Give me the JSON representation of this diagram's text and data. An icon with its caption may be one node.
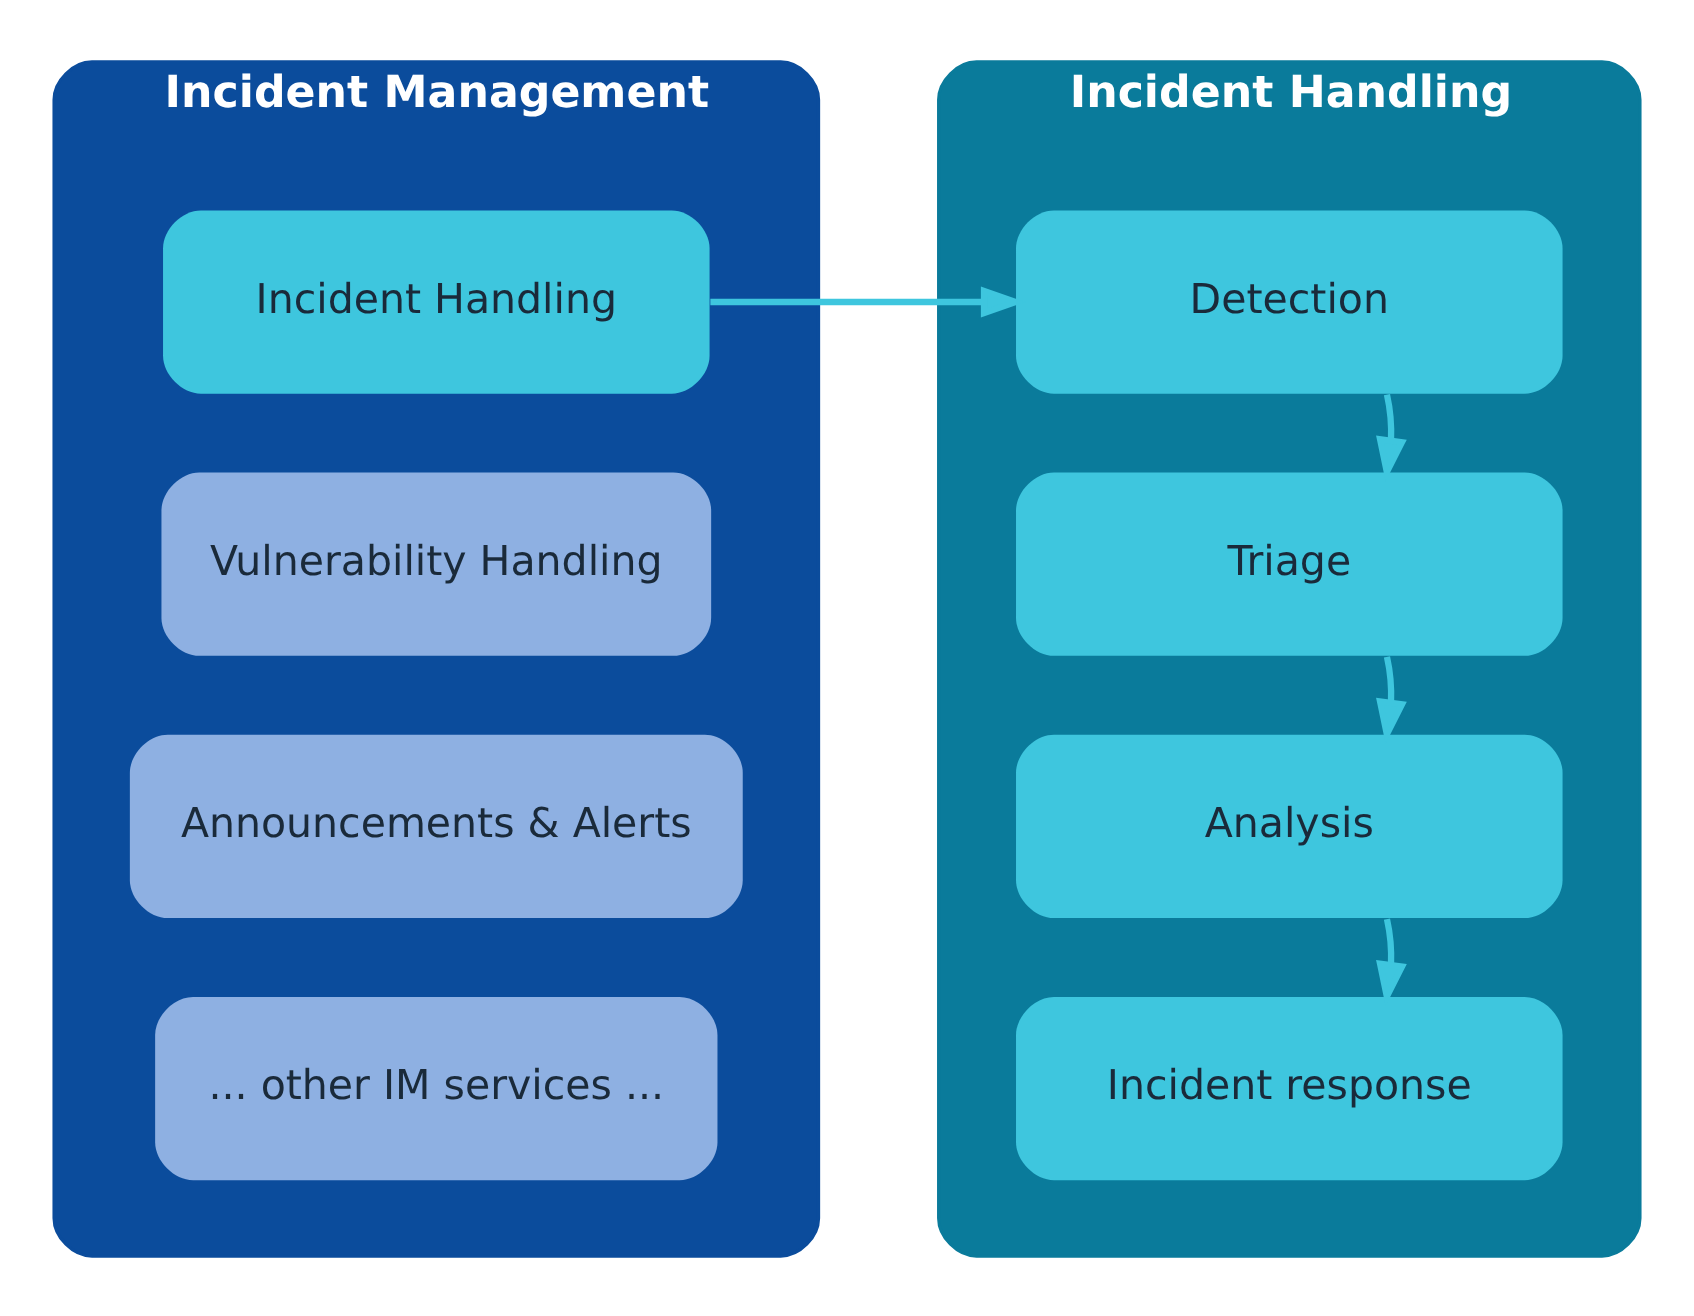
{
  "diagram": {
    "nodes": [
      {
        "text": [
          "Incident Management"
        ]
      },
      {
        "text": [
          "Incident Handling"
        ],
        "in": 0
      },
      {
        "text": [
          "Vulnerability Handling"
        ],
        "in": 0
      },
      {
        "text": [
          "Announcements & Alerts"
        ],
        "in": 0
      },
      {
        "text": [
          "... other IM services ..."
        ],
        "in": 0
      },
      {
        "text": [
          "Incident Handling"
        ]
      },
      {
        "text": [
          "Detection"
        ],
        "in": 5
      },
      {
        "text": [
          "Triage"
        ],
        "in": 5
      },
      {
        "text": [
          "Analysis"
        ],
        "in": 5
      },
      {
        "text": [
          "Incident response"
        ],
        "in": 5
      }
    ],
    "edges": [
      {
        "from": 1,
        "to": 6,
        "arrow": "to"
      },
      {
        "from": 6,
        "to": 7,
        "arrow": "to"
      },
      {
        "from": 7,
        "to": 8,
        "arrow": "to"
      },
      {
        "from": 8,
        "to": 9,
        "arrow": "to"
      }
    ]
  }
}
